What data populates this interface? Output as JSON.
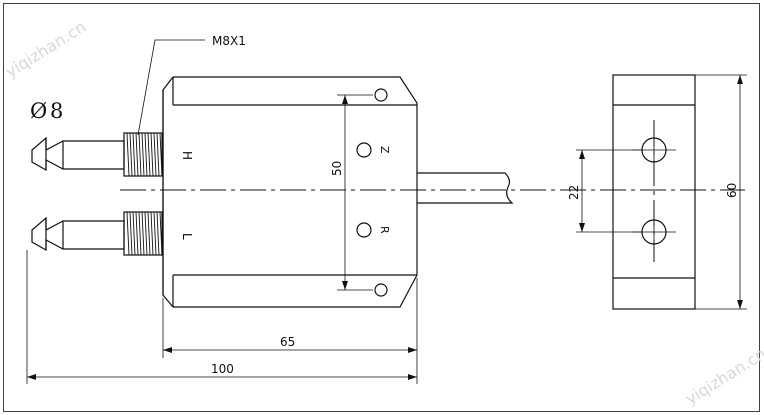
{
  "watermark": "yiqizhan.cn",
  "labels": {
    "thread": "M8X1",
    "diameter_symbol": "Ø",
    "diameter_value": "8",
    "port_high": "H",
    "port_low": "L",
    "mark_z": "Z",
    "mark_r": "R"
  },
  "dimensions": {
    "body_height": "50",
    "body_width": "65",
    "overall_length": "100",
    "hole_spacing": "22",
    "end_height": "60"
  }
}
